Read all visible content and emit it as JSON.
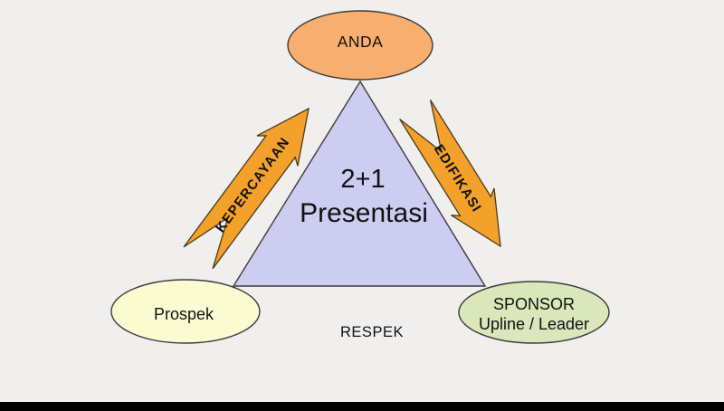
{
  "canvas": {
    "background": "#f0efee",
    "bottom_bar": "#000000"
  },
  "slide": {
    "center": {
      "line1": "2+1",
      "line2": "Presentasi",
      "fill": "#cdccf1"
    },
    "top_node": {
      "label": "ANDA",
      "fill": "#f8ae6f"
    },
    "left_node": {
      "label": "Prospek",
      "fill": "#fbfbd2"
    },
    "right_node": {
      "line1": "SPONSOR",
      "line2": "Upline / Leader",
      "fill": "#d9e7ba"
    },
    "left_arrow": {
      "label": "KEPERCAYAAN",
      "fill": "#f4a12b"
    },
    "right_arrow": {
      "label": "EDIFIKASI",
      "fill": "#f4a12b"
    },
    "bottom_label": "RESPEK"
  }
}
